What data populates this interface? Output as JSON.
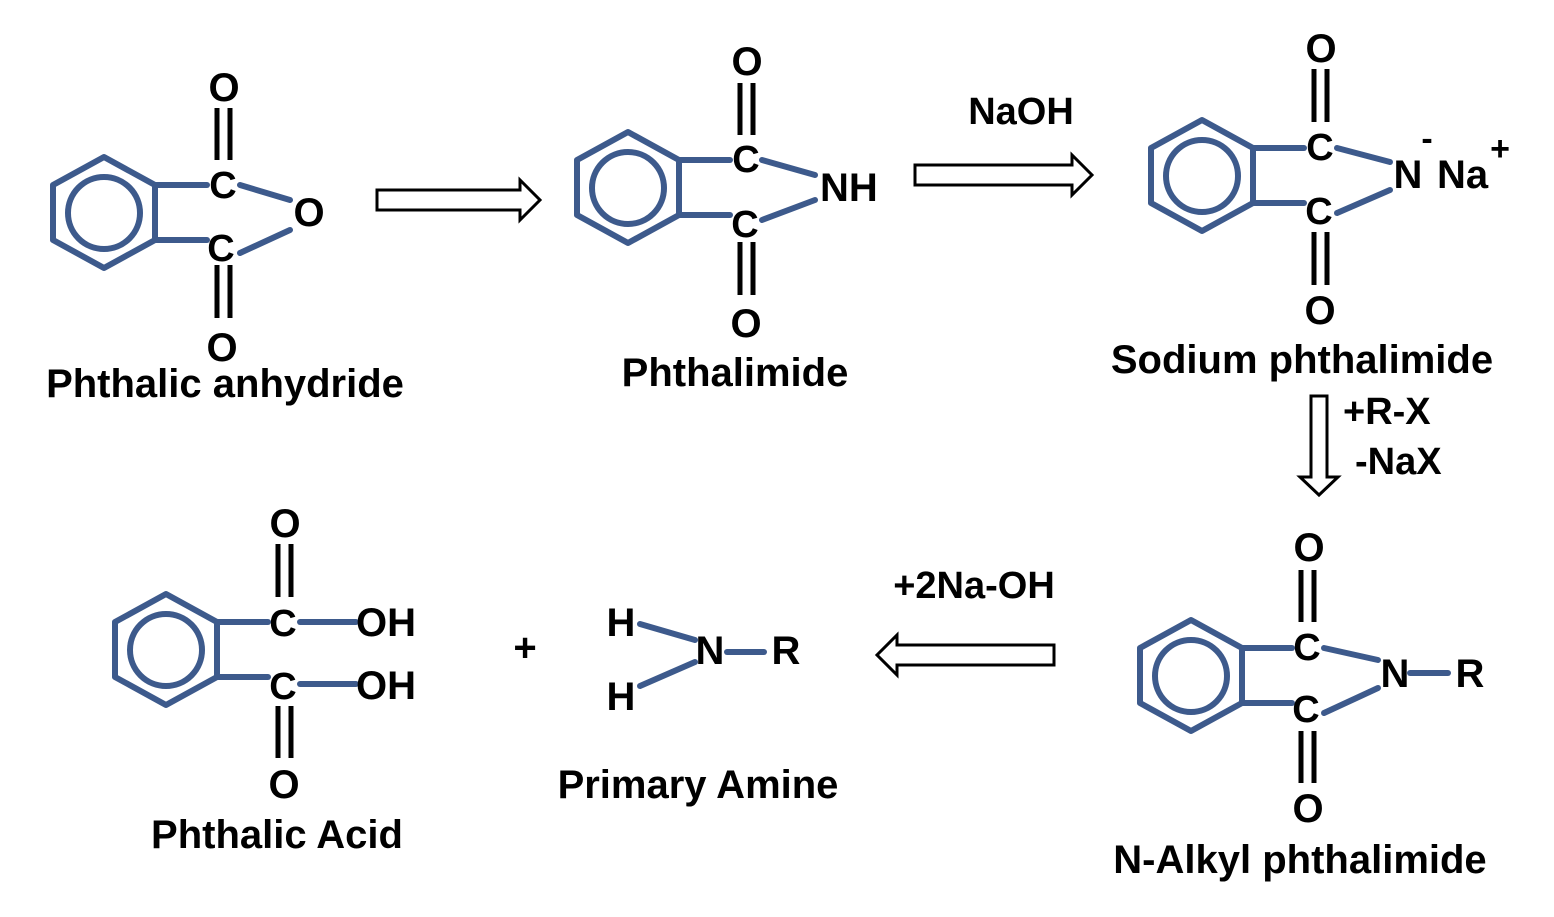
{
  "compounds": {
    "phthalic_anhydride": {
      "name": "Phthalic anhydride",
      "atoms": {
        "o_top": "O",
        "c_top": "C",
        "o_ring": "O",
        "c_bottom": "C",
        "o_bottom": "O"
      }
    },
    "phthalimide": {
      "name": "Phthalimide",
      "atoms": {
        "o_top": "O",
        "c_top": "C",
        "nh": "NH",
        "c_bottom": "C",
        "o_bottom": "O"
      }
    },
    "sodium_phthalimide": {
      "name": "Sodium phthalimide",
      "atoms": {
        "o_top": "O",
        "c_top": "C",
        "n": "N",
        "minus": "-",
        "na": "Na",
        "plus": "+",
        "c_bottom": "C",
        "o_bottom": "O"
      }
    },
    "n_alkyl_phthalimide": {
      "name": "N-Alkyl phthalimide",
      "atoms": {
        "o_top": "O",
        "c_top": "C",
        "n": "N",
        "r": "R",
        "c_bottom": "C",
        "o_bottom": "O"
      }
    },
    "phthalic_acid": {
      "name": "Phthalic Acid",
      "atoms": {
        "o_top": "O",
        "c_top": "C",
        "oh_top": "OH",
        "c_bottom": "C",
        "oh_bottom": "OH",
        "o_bottom": "O"
      }
    },
    "primary_amine": {
      "name": "Primary Amine",
      "atoms": {
        "h_top": "H",
        "n": "N",
        "r": "R",
        "h_bottom": "H"
      }
    }
  },
  "reagents": {
    "naoh": "NaOH",
    "rx_add": "+R-X",
    "nax_remove": "-NaX",
    "naoh_2": "+2Na-OH",
    "plus_sign": "+"
  },
  "colors": {
    "bond": "#3d5a8c",
    "text": "#000000",
    "background": "#ffffff"
  }
}
